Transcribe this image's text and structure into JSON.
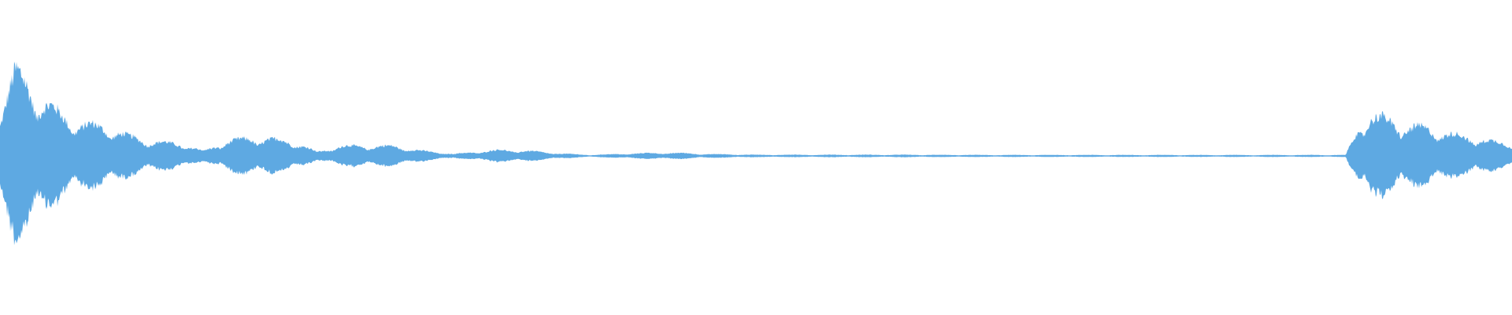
{
  "waveform": {
    "color": "#5ea9e2",
    "background": "#ffffff",
    "duration_s": 10,
    "envelope": [
      [
        0.0,
        0.5
      ],
      [
        0.1,
        0.85
      ],
      [
        0.2,
        0.72
      ],
      [
        0.25,
        0.62
      ],
      [
        0.3,
        0.55
      ],
      [
        0.4,
        0.42
      ],
      [
        0.55,
        0.32
      ],
      [
        0.7,
        0.3
      ],
      [
        0.85,
        0.2
      ],
      [
        1.0,
        0.15
      ],
      [
        1.2,
        0.12
      ],
      [
        1.35,
        0.05
      ],
      [
        1.5,
        0.15
      ],
      [
        1.65,
        0.18
      ],
      [
        1.8,
        0.17
      ],
      [
        1.95,
        0.14
      ],
      [
        2.1,
        0.04
      ],
      [
        2.25,
        0.1
      ],
      [
        2.4,
        0.1
      ],
      [
        2.6,
        0.1
      ],
      [
        2.8,
        0.05
      ],
      [
        3.0,
        0.02
      ],
      [
        3.15,
        0.04
      ],
      [
        3.3,
        0.06
      ],
      [
        3.5,
        0.05
      ],
      [
        3.7,
        0.025
      ],
      [
        3.9,
        0.01
      ],
      [
        4.1,
        0.02
      ],
      [
        4.3,
        0.03
      ],
      [
        4.5,
        0.03
      ],
      [
        4.65,
        0.02
      ],
      [
        5.0,
        0.012
      ],
      [
        5.5,
        0.012
      ],
      [
        6.0,
        0.012
      ],
      [
        6.5,
        0.01
      ],
      [
        7.0,
        0.01
      ],
      [
        7.5,
        0.01
      ],
      [
        8.0,
        0.01
      ],
      [
        8.5,
        0.01
      ],
      [
        8.9,
        0.01
      ],
      [
        8.95,
        0.18
      ],
      [
        9.05,
        0.42
      ],
      [
        9.15,
        0.38
      ],
      [
        9.3,
        0.3
      ],
      [
        9.45,
        0.28
      ],
      [
        9.6,
        0.22
      ],
      [
        9.75,
        0.18
      ],
      [
        9.9,
        0.14
      ],
      [
        10.0,
        0.12
      ]
    ]
  }
}
